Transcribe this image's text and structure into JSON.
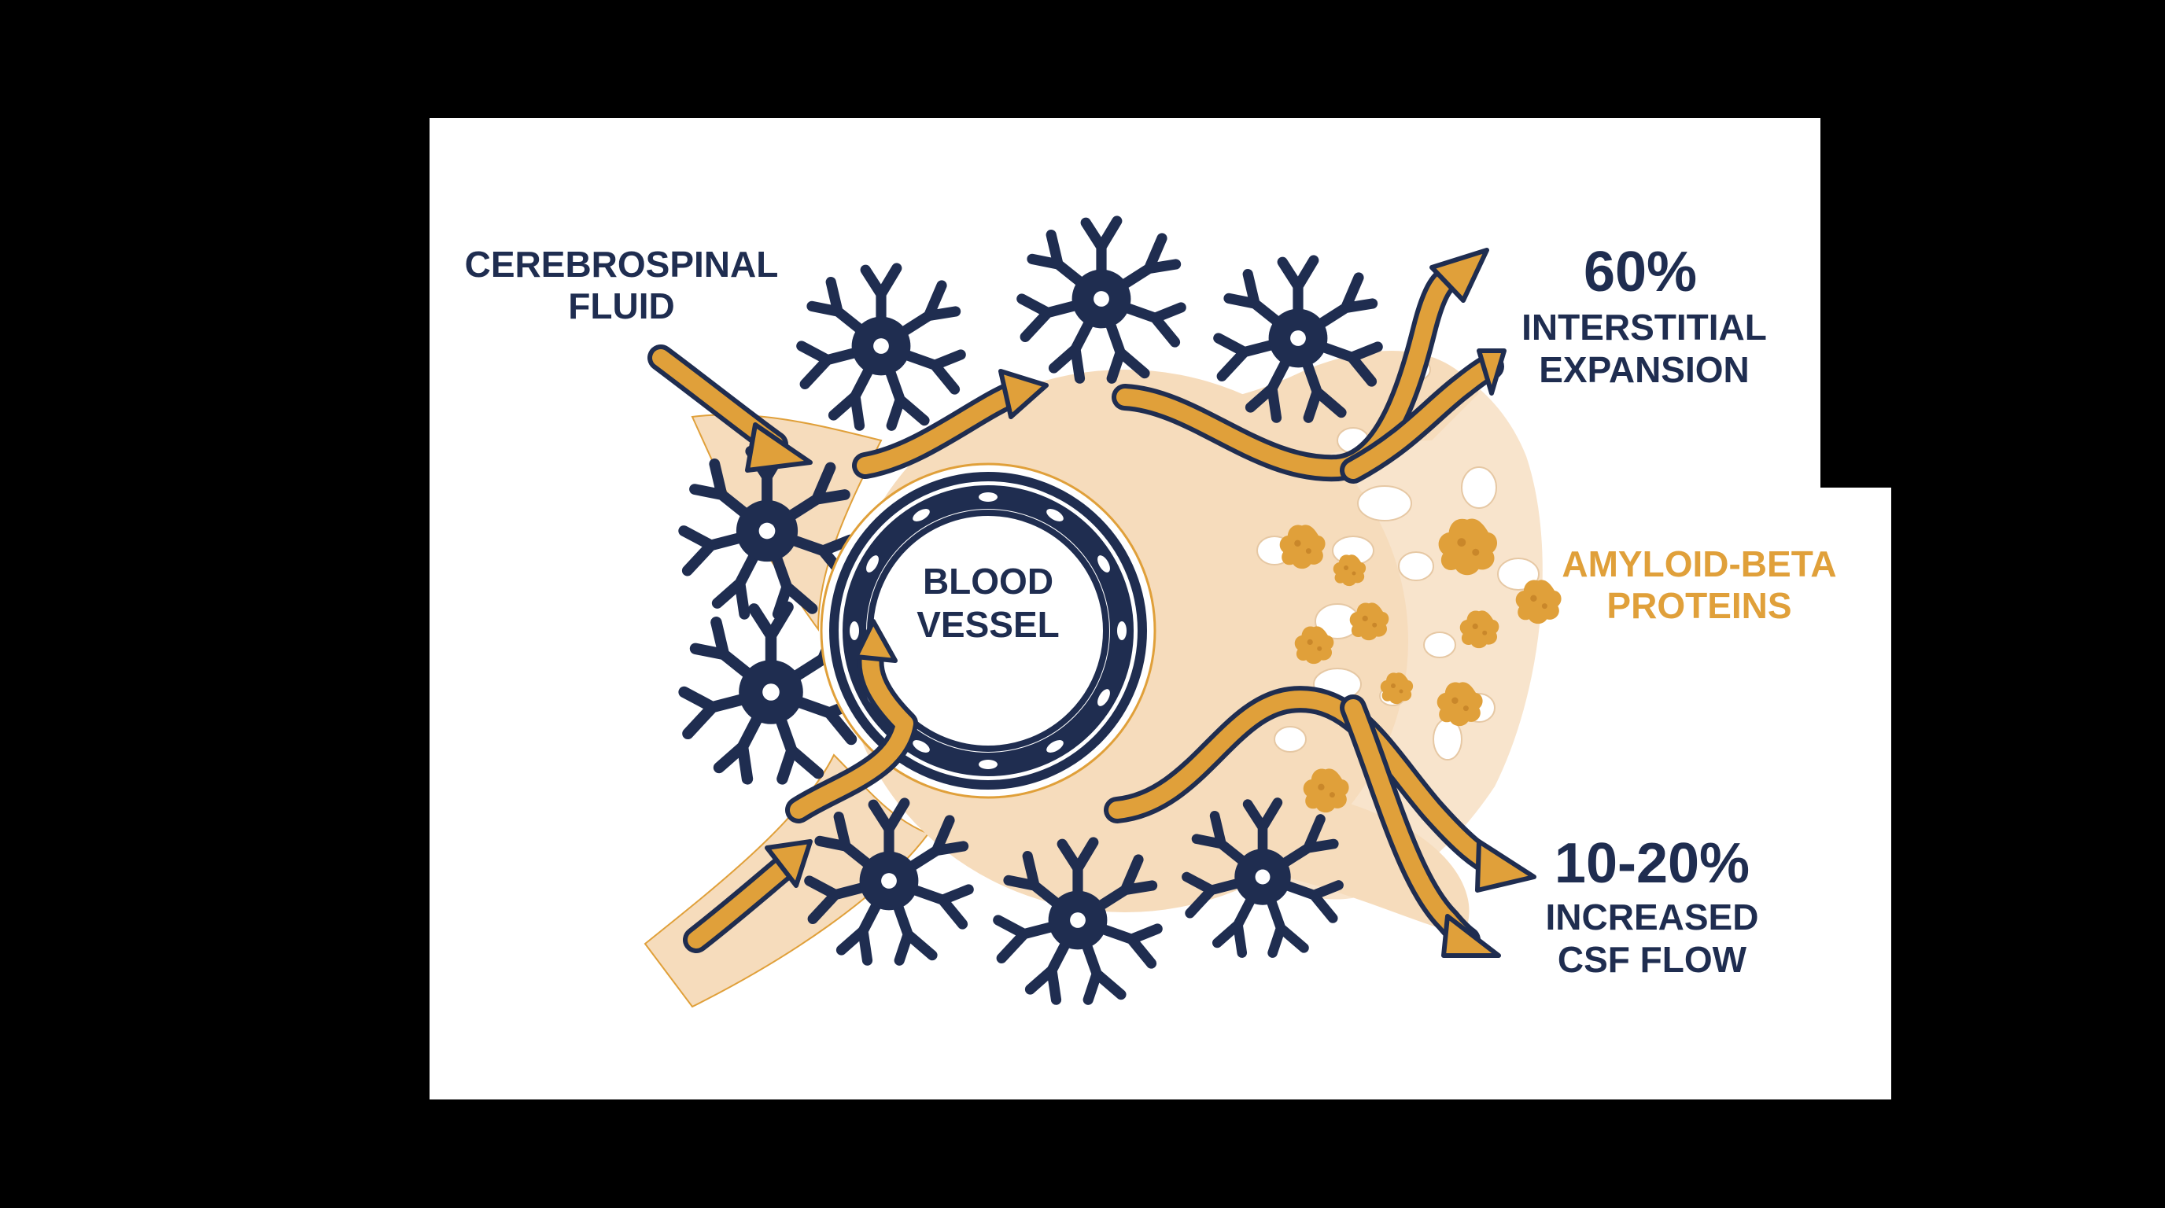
{
  "labels": {
    "csf": [
      "CEREBROSPINAL",
      "FLUID"
    ],
    "vessel": [
      "BLOOD",
      "VESSEL"
    ],
    "stat_interstitial": {
      "value": "60%",
      "lines": [
        "INTERSTITIAL",
        "EXPANSION"
      ]
    },
    "amyloid": [
      "AMYLOID-BETA",
      "PROTEINS"
    ],
    "stat_flow": {
      "value": "10-20%",
      "lines": [
        "INCREASED",
        "CSF FLOW"
      ]
    }
  },
  "colors": {
    "navy": "#1f2d50",
    "orange": "#e0a03a",
    "peach": "#f6dcbc",
    "white": "#ffffff",
    "background": "#000000"
  },
  "icons": [
    "neuron-icon",
    "blood-vessel-icon",
    "flow-arrow-icon",
    "amyloid-plaque-icon"
  ]
}
